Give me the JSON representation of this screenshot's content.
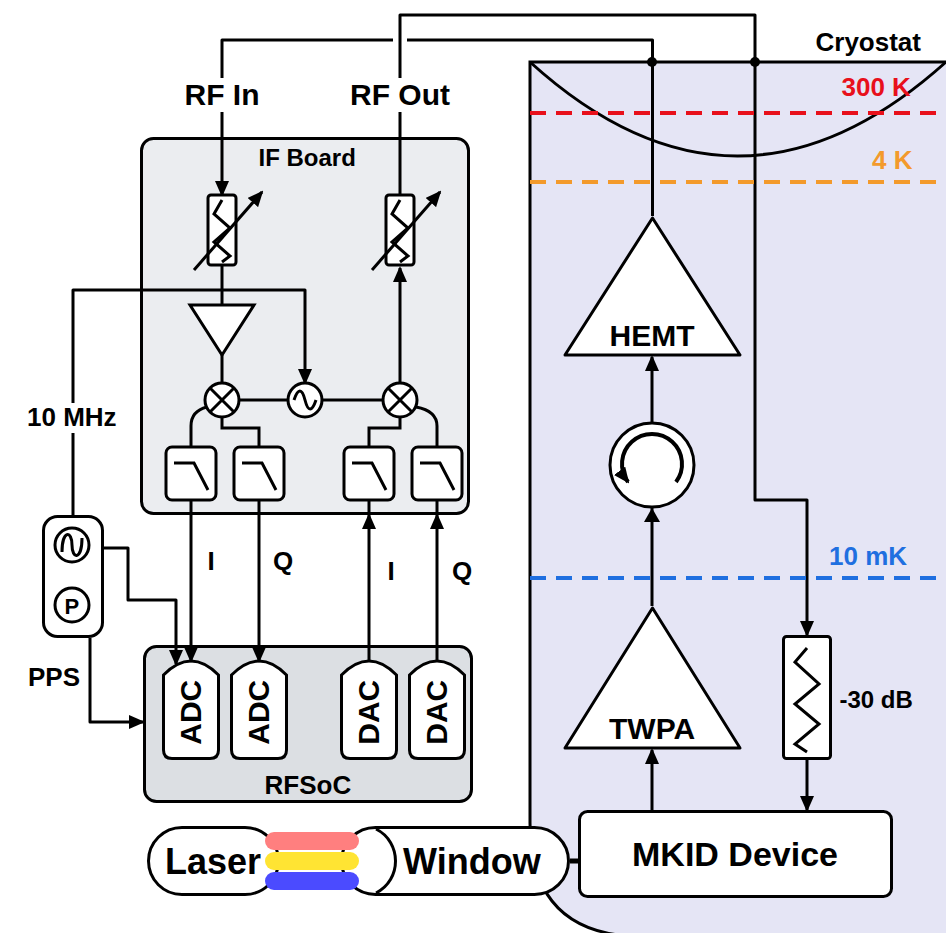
{
  "diagram": {
    "nodes": [
      {
        "text": [
          "Cryostat"
        ]
      },
      {
        "text": [
          "IF Board"
        ]
      },
      {
        "text": [
          "RFSoC"
        ]
      },
      {
        "text": [
          "ADC"
        ],
        "in": 2
      },
      {
        "text": [
          "ADC"
        ],
        "in": 2
      },
      {
        "text": [
          "DAC"
        ],
        "in": 2
      },
      {
        "text": [
          "DAC"
        ],
        "in": 2
      },
      {
        "text": [
          "P"
        ]
      },
      {
        "text": [
          "HEMT"
        ],
        "in": 0
      },
      {
        "text": [
          "TWPA"
        ],
        "in": 0
      },
      {
        "text": [
          "-30 dB"
        ],
        "in": 0
      },
      {
        "text": [
          "MKID Device"
        ],
        "in": 0
      },
      {
        "text": [
          "Laser"
        ]
      },
      {
        "text": [
          "Window"
        ]
      }
    ],
    "edges": [
      {
        "from": 8,
        "to": 1,
        "label": "RF In",
        "arrow": "to"
      },
      {
        "from": 1,
        "to": 10,
        "label": "RF Out",
        "arrow": "to"
      },
      {
        "from": 1,
        "to": 3,
        "label": "I",
        "arrow": "to"
      },
      {
        "from": 1,
        "to": 4,
        "label": "Q",
        "arrow": "to"
      },
      {
        "from": 5,
        "to": 1,
        "label": "I",
        "arrow": "to"
      },
      {
        "from": 6,
        "to": 1,
        "label": "Q",
        "arrow": "to"
      },
      {
        "from": 7,
        "to": 1,
        "label": "10 MHz",
        "arrow": "to"
      },
      {
        "from": 7,
        "to": 3,
        "arrow": "to"
      },
      {
        "from": 7,
        "to": 2,
        "label": "PPS",
        "arrow": "to"
      },
      {
        "from": 10,
        "to": 11,
        "arrow": "to"
      },
      {
        "from": 11,
        "to": 9,
        "arrow": "to"
      },
      {
        "from": 9,
        "to": 8,
        "arrow": "to"
      },
      {
        "from": 12,
        "to": 13,
        "arrow": "none"
      },
      {
        "from": 13,
        "to": 11,
        "arrow": "none"
      }
    ],
    "labels": [
      "300 K",
      "4 K",
      "10 mK"
    ]
  }
}
